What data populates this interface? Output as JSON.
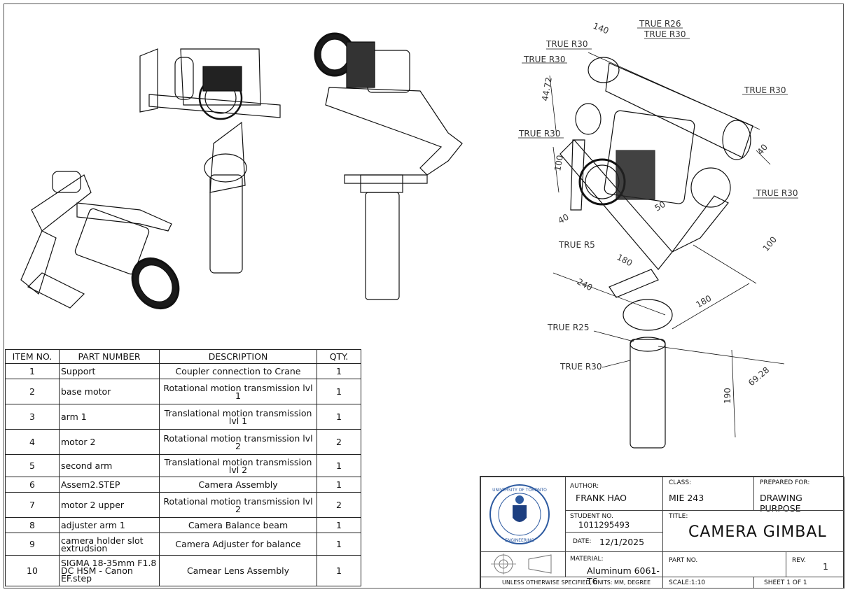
{
  "dimension_labels": {
    "d140": "140",
    "true_r26": "TRUE R26",
    "true_r30_a": "TRUE R30",
    "true_r30_b": "TRUE R30",
    "true_r30_c": "TRUE R30",
    "true_r30_d": "TRUE R30",
    "true_r30_e": "TRUE R30",
    "true_r30_f": "TRUE R30",
    "true_r30_g": "TRUE R30",
    "true_r5": "TRUE R5",
    "true_r25": "TRUE R25",
    "d44_72": "44.72",
    "d100_a": "100",
    "d40_a": "40",
    "d40_b": "40",
    "d50": "50",
    "d100_b": "100",
    "d180_a": "180",
    "d240": "240",
    "d180_b": "180",
    "d190": "190",
    "d69_28": "69.28"
  },
  "bom": {
    "headers": [
      "ITEM NO.",
      "PART NUMBER",
      "DESCRIPTION",
      "QTY."
    ],
    "rows": [
      {
        "item": "1",
        "part": "Support",
        "desc": "Coupler connection to Crane",
        "qty": "1"
      },
      {
        "item": "2",
        "part": "base motor",
        "desc": "Rotational motion transmission lvl 1",
        "qty": "1"
      },
      {
        "item": "3",
        "part": "arm 1",
        "desc": "Translational motion transmission lvl 1",
        "qty": "1"
      },
      {
        "item": "4",
        "part": "motor 2",
        "desc": "Rotational motion transmission lvl 2",
        "qty": "2"
      },
      {
        "item": "5",
        "part": "second arm",
        "desc": "Translational motion transmission lvl 2",
        "qty": "1"
      },
      {
        "item": "6",
        "part": "Assem2.STEP",
        "desc": "Camera Assembly",
        "qty": "1"
      },
      {
        "item": "7",
        "part": "motor 2 upper",
        "desc": "Rotational motion transmission lvl 2",
        "qty": "2"
      },
      {
        "item": "8",
        "part": "adjuster arm 1",
        "desc": "Camera Balance beam",
        "qty": "1"
      },
      {
        "item": "9",
        "part": "camera holder slot extrudsion",
        "desc": "Camera Adjuster for balance",
        "qty": "1"
      },
      {
        "item": "10",
        "part": "SIGMA 18-35mm F1.8 DC HSM - Canon EF.step",
        "desc": "Camear Lens Assembly",
        "qty": "1"
      }
    ]
  },
  "title_block": {
    "author_label": "AUTHOR:",
    "author": "FRANK HAO",
    "student_label": "STUDENT NO.",
    "student_no": "1011295493",
    "date_label": "DATE:",
    "date": "12/1/2025",
    "class_label": "CLASS:",
    "class": "MIE 243",
    "prepared_label": "PREPARED FOR:",
    "prepared_for": "DRAWING PURPOSE",
    "title_label": "TITLE:",
    "title": "CAMERA GIMBAL",
    "material_label": "MATERIAL:",
    "material": "Aluminum 6061-T6",
    "partno_label": "PART NO.",
    "rev_label": "REV.",
    "rev": "1",
    "units_note": "UNLESS OTHERWISE SPECIFIED, UNITS: MM, DEGREE",
    "scale": "SCALE:1:10",
    "sheet": "SHEET 1 OF 1",
    "seal_top": "UNIVERSITY OF TORONTO",
    "seal_bottom": "ENGINEERING"
  }
}
